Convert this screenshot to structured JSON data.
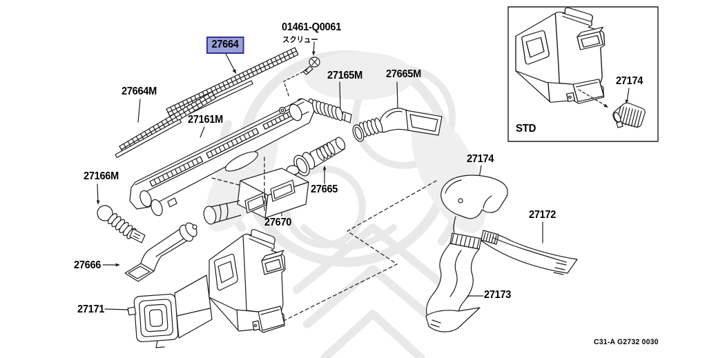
{
  "diagram": {
    "footer_code": "C31-A G2732 0030",
    "inset_caption": "STD",
    "screw": {
      "part_no": "01461-Q0061",
      "name_jp": "スクリュー"
    },
    "selected_part": "27664",
    "parts": {
      "p27664": "27664",
      "p27664M": "27664M",
      "p27161M": "27161M",
      "p27165M": "27165M",
      "p27665M": "27665M",
      "p27166M": "27166M",
      "p27665": "27665",
      "p27670": "27670",
      "p27666": "27666",
      "p27171": "27171",
      "p27174_inset": "27174",
      "p27174": "27174",
      "p27172": "27172",
      "p27173": "27173"
    },
    "colors": {
      "highlight_bg": "#9aa0d9",
      "highlight_border": "#2b2f8e",
      "ink": "#1a1a1a",
      "watermark": "#ebebeb"
    }
  }
}
